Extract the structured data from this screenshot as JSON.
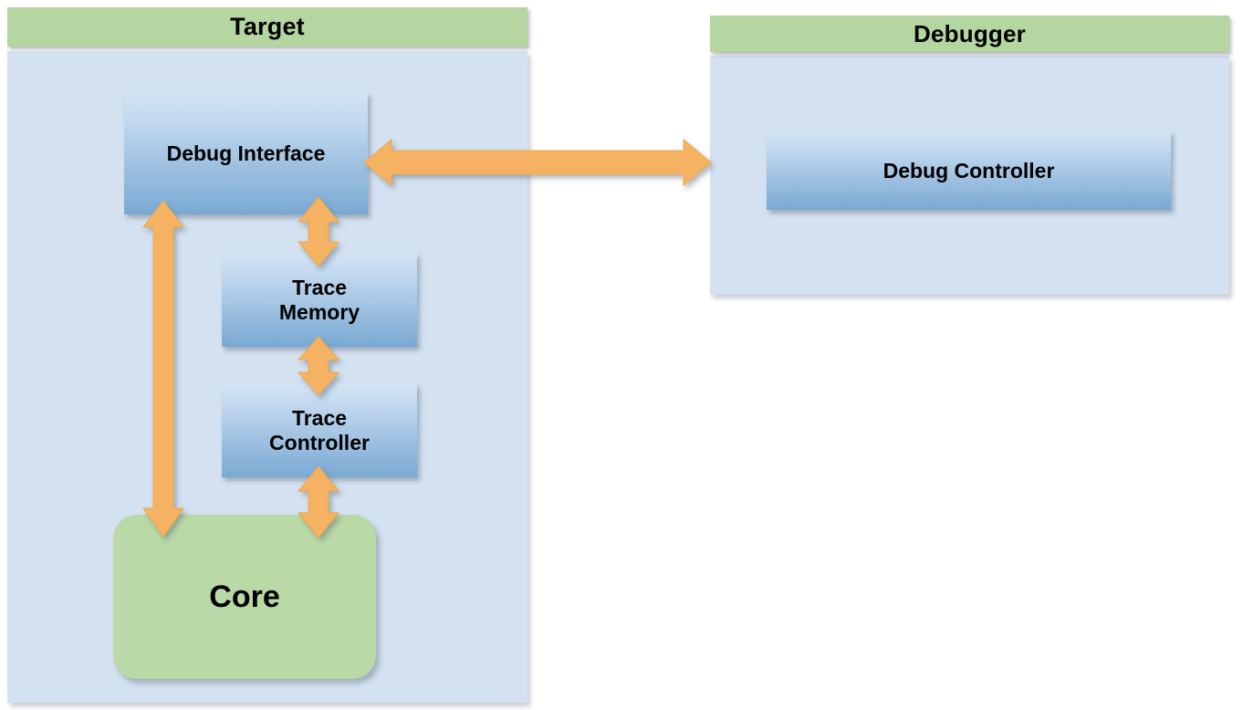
{
  "diagram": {
    "title": "Target / Debugger trace architecture block diagram",
    "colors": {
      "panel_header_green": "#b5d6a0",
      "panel_body_blue": "#d4e1f1",
      "box_gradient_top": "#d3e3f3",
      "box_gradient_bottom": "#7aa9d3",
      "core_green": "#b9d9a6",
      "arrow_orange": "#f5b263",
      "arrow_orange_border": "#eda94f",
      "text_black": "#000000",
      "background_white": "#ffffff"
    }
  },
  "panels": [
    {
      "id": "target",
      "title": "Target"
    },
    {
      "id": "debugger",
      "title": "Debugger"
    }
  ],
  "blocks": {
    "debug_interface": {
      "label": "Debug Interface",
      "panel": "target"
    },
    "trace_memory": {
      "label": "Trace\nMemory",
      "line1": "Trace",
      "line2": "Memory",
      "panel": "target"
    },
    "trace_controller": {
      "label": "Trace\nController",
      "line1": "Trace",
      "line2": "Controller",
      "panel": "target"
    },
    "core": {
      "label": "Core",
      "panel": "target"
    },
    "debug_controller": {
      "label": "Debug Controller",
      "panel": "debugger"
    }
  },
  "connections": [
    {
      "id": "debug-interface-to-debug-controller",
      "from": "debug_interface",
      "to": "debug_controller",
      "orientation": "horizontal",
      "heads": "both"
    },
    {
      "id": "debug-interface-to-trace-memory",
      "from": "debug_interface",
      "to": "trace_memory",
      "orientation": "vertical",
      "heads": "both"
    },
    {
      "id": "trace-memory-to-trace-controller",
      "from": "trace_memory",
      "to": "trace_controller",
      "orientation": "vertical",
      "heads": "both"
    },
    {
      "id": "trace-controller-to-core",
      "from": "trace_controller",
      "to": "core",
      "orientation": "vertical",
      "heads": "both"
    },
    {
      "id": "debug-interface-to-core",
      "from": "debug_interface",
      "to": "core",
      "orientation": "vertical",
      "heads": "both"
    }
  ]
}
